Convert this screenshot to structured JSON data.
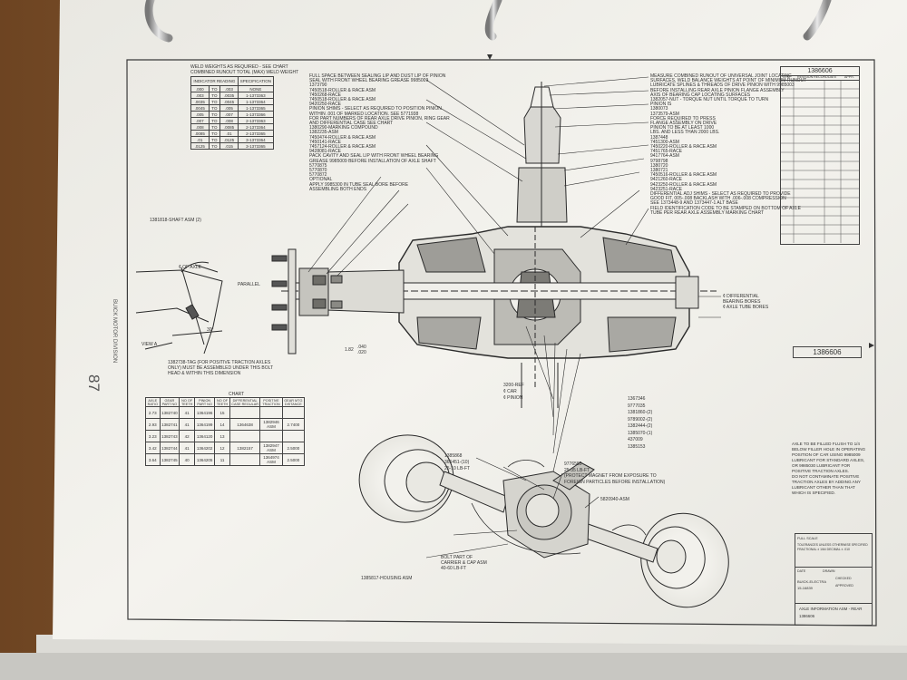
{
  "drawing": {
    "part_number": "1386606",
    "title_block_caption": "AXLE INFORMATION ASM - REAR",
    "page_number": "87",
    "company_vertical": "BUICK MOTOR DIVISION",
    "view_label": "VIEW A",
    "axle_label": "¢ OF AXLE",
    "parallel_label": "PARALLEL"
  },
  "weld_chart": {
    "title": "WELD WEIGHTS AS REQUIRED - SEE CHART",
    "subtitle": "COMBINED RUNOUT TOTAL (MAX) WELD WEIGHT",
    "headers": [
      "INDICATOR READING",
      "SPECIFICATION"
    ],
    "rows": [
      [
        ".000",
        "TO",
        ".003",
        "NONE"
      ],
      [
        ".003",
        "TO",
        ".0035",
        "1-1373363"
      ],
      [
        ".0035",
        "TO",
        ".0045",
        "1-1373364"
      ],
      [
        ".0045",
        "TO",
        ".005",
        "1-1373365"
      ],
      [
        ".005",
        "TO",
        ".007",
        "1-1373366"
      ],
      [
        ".007",
        "TO",
        ".008",
        "2-1373363"
      ],
      [
        ".008",
        "TO",
        ".0085",
        "2-1373364"
      ],
      [
        ".0085",
        "TO",
        ".01",
        "2-1373365"
      ],
      [
        ".01",
        "TO",
        ".0125",
        "3-1373364"
      ],
      [
        ".0125",
        "TO",
        ".015",
        "3-1373365"
      ]
    ]
  },
  "ratio_chart": {
    "title": "CHART",
    "headers": [
      "AXLE RATIO",
      "GEAR PART NO",
      "NO OF TEETH",
      "PINION PART NO",
      "NO OF TEETH",
      "DIFFERENTIAL CASE REGULAR",
      "POSITIVE TRACTION",
      "GEAR MTG DISTANCE"
    ],
    "rows": [
      [
        "2.73",
        "1382740",
        "41",
        "1364196",
        "15",
        "",
        "",
        ""
      ],
      [
        "2.93",
        "1382741",
        "41",
        "1364199",
        "14",
        "1364638",
        "1382946 ASM",
        "2.7400"
      ],
      [
        "3.23",
        "1382743",
        "42",
        "1364120",
        "13",
        "",
        "",
        ""
      ],
      [
        "3.42",
        "1382744",
        "41",
        "1364202",
        "12",
        "1382157",
        "1382947 ASM",
        "2.5000"
      ],
      [
        "3.64",
        "1382745",
        "40",
        "1364205",
        "11",
        "",
        "1364974 ASM",
        "2.5000"
      ]
    ]
  },
  "callouts_upper_left": [
    "FULL SPACE BETWEEN SEALING LIP AND DUST LIP OF PINION",
    "SEAL WITH FRONT WHEEL BEARING GREASE 9985009",
    "1373790",
    "7450518-ROLLER & RACE ASM",
    "7450268-RACE",
    "7450518-ROLLER & RACE ASM",
    "9420250-RACE",
    "PINION SHIMS - SELECT AS REQUIRED TO POSITION PINION",
    "WITHIN .001 OF MARKED LOCATION. SEE 5771938",
    "FOR PART NUMBERS OF REAR AXLE DRIVE PINION, RING GEAR",
    "AND DIFFERENTIAL CASE SEE CHART",
    "1380290-MARKING COMPOUND",
    "1382235-ASM",
    "7450474-ROLLER & RACE ASM",
    "7450141-RACE",
    "7457124-ROLLER & RACE ASM",
    "9428081-RACE",
    "PACK CAVITY AND SEAL LIP WITH FRONT WHEEL BEARING",
    "GREASE 9985009 BEFORE INSTALLATION OF AXLE SHAFT",
    "5770875",
    "5770870",
    "5770872",
    "OPTIONAL",
    "APPLY 9985300 IN TUBE SEAL BORE BEFORE",
    "ASSEMBLING BOTH ENDS"
  ],
  "callouts_left_mid": [
    "1381818-SHAFT ASM (2)",
    "1382738-TAG (FOR POSITIVE TRACTION AXLES",
    "ONLY) MUST BE ASSEMBLED UNDER THIS BOLT",
    "HEAD & WITHIN THIS DIMENSION"
  ],
  "callouts_upper_right": [
    "MEASURE COMBINED RUNOUT OF UNIVERSAL JOINT LOCATING",
    "SURFACES, WELD BALANCE WEIGHTS AT POINT OF MINIMUM RUNOUT",
    "LUBRICATE SPLINES & THREADS OF DRIVE PINION WITH 9985003",
    "BEFORE INSTALLING REAR AXLE PINION FLANGE ASSEMBLY",
    "AXIS OF BEARING CAP LOCATING SURFACES",
    "1382057-NUT - TORQUE NUT UNTIL TORQUE TO TURN",
    "PINION IS",
    "1380073",
    "1373579-ASM",
    "FORCE REQUIRED TO PRESS",
    "FLANGE ASSEMBLY ON DRIVE",
    "PINION TO BE AT LEAST 1000",
    "LBS. AND LESS THAN 2000 LBS.",
    "1387448",
    "7451300-ASM",
    "7450220-ROLLER & RACE ASM",
    "7451765-RACE",
    "9417764-ASM",
    "9798798",
    "1380720",
    "1380721",
    "7450516-ROLLER & RACE ASM",
    "9421260-RACE",
    "9423250-ROLLER & RACE ASM",
    "9423251-RACE",
    "DIFFERENTIAL ADJ SHIMS - SELECT AS REQUIRED TO PROVIDE",
    "GOOD FIT, 005-.008 BACKLASH WITH .006-.008 COMPRESSION",
    "SEE 1373448-9 AND 1373447-1 ALT BASE",
    "FIELD IDENTIFICATION CODE TO BE STAMPED ON BOTTOM OF AXLE",
    "TUBE PER REAR AXLE ASSEMBLY MARKING CHART"
  ],
  "callouts_right_mid": [
    "¢ DIFFERENTIAL",
    "BEARING BORES",
    "¢ AXLE TUBE BORES"
  ],
  "callouts_lower_mid": [
    "3200-REF",
    "¢ CAR",
    "¢ PINION",
    "1367346",
    "9777035",
    "1381860-(2)",
    "9789002-(2)",
    "1382444-(2)",
    "1385070-(1)",
    "437009",
    "1385153"
  ],
  "callouts_bottom": [
    "1385868",
    "366451-(10)",
    "25-10 LB-FT",
    "9776585",
    "25-35 LB-FT",
    "(PROTECT MAGNET FROM EXPOSURE TO",
    "FOREIGN PARTICLES BEFORE INSTALLATION)",
    "5820940-ASM",
    "BOLT PART OF",
    "CARRIER & CAP ASM",
    "40-60 LB-FT",
    "1385817-HOUSING ASM"
  ],
  "dimensions": [
    ".040",
    ".020",
    "1.82",
    "30°"
  ],
  "lube_note": "AXLE TO BE FILLED FLUSH TO 1/4\nBELOW FILLER HOLE IN OPERATING\nPOSITION OF CAR USING 9985009\nLUBRICANT FOR STANDARD AXLES,\nOR 9985030 LUBRICANT FOR\nPOSITIVE TRACTION AXLES.\nDO NOT CONTAMINATE POSITIVE\nTRACTION AXLES BY ADDING ANY\nLUBRICANT OTHER THAN THAT\nWHICH IS SPECIFIED.",
  "title_block": {
    "scale": "FULL SCALE",
    "notes_line1": "TOLERANCES UNLESS OTHERWISE SPECIFIED",
    "notes_line2": "FRACTIONAL ± 1/64   DECIMAL ± .010",
    "model": "BUICK-ELECTRA",
    "sheet": "15-16839",
    "date_label": "DATE",
    "drawn_label": "DRAWN",
    "checked_label": "CHECKED",
    "approved_label": "APPROVED",
    "mark": "1386606"
  },
  "revision_block": {
    "col1": "SYM",
    "col2": "REVISION RECORD",
    "col3": "DATE",
    "col4": "APPR."
  },
  "colors": {
    "desk": "#8a5a2e",
    "paper": "#f2f1ec",
    "line": "#2a2a2a",
    "ring": "#b9b8b4"
  }
}
